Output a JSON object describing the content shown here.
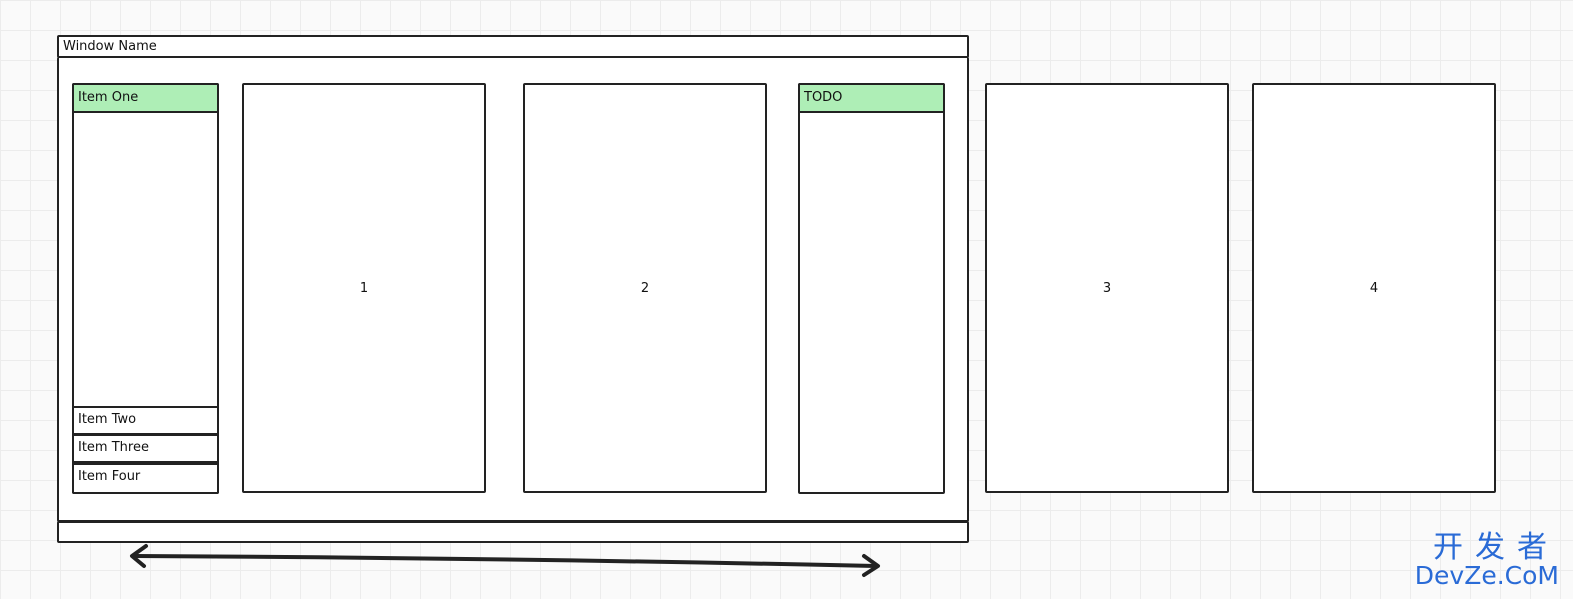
{
  "window": {
    "title": "Window Name"
  },
  "sidebar": {
    "header": "Item One",
    "items": [
      {
        "label": "Item Two"
      },
      {
        "label": "Item Three"
      },
      {
        "label": "Item Four"
      }
    ]
  },
  "todo": {
    "header": "TODO"
  },
  "panels": [
    {
      "label": "1"
    },
    {
      "label": "2"
    },
    {
      "label": "3"
    },
    {
      "label": "4"
    }
  ],
  "watermark": {
    "chinese": "开发者",
    "latin": "DevZe.CoM"
  },
  "colors": {
    "header_green": "#aeeeb6",
    "stroke": "#222222",
    "watermark_blue": "#2a6bd6"
  }
}
